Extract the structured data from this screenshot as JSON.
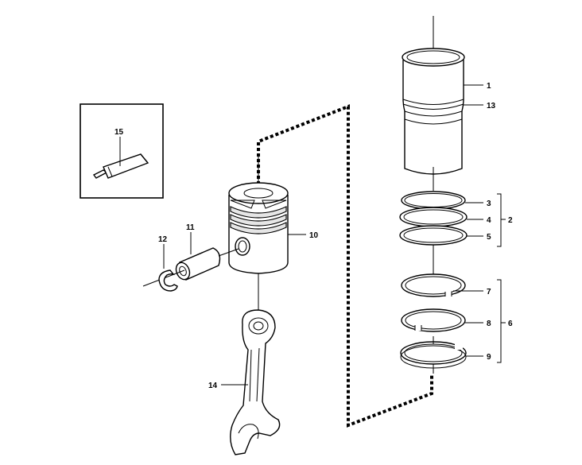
{
  "callouts": {
    "c1": "1",
    "c2": "2",
    "c3": "3",
    "c4": "4",
    "c5": "5",
    "c6": "6",
    "c7": "7",
    "c8": "8",
    "c9": "9",
    "c10": "10",
    "c11": "11",
    "c12": "12",
    "c13": "13",
    "c14": "14",
    "c15": "15"
  },
  "parts": [
    {
      "ref": "1",
      "icon": "cylinder-liner-icon"
    },
    {
      "ref": "2",
      "icon": "liner-seal-ring-set-icon"
    },
    {
      "ref": "3",
      "icon": "seal-ring-icon"
    },
    {
      "ref": "4",
      "icon": "seal-ring-icon"
    },
    {
      "ref": "5",
      "icon": "seal-ring-icon"
    },
    {
      "ref": "6",
      "icon": "piston-ring-set-icon"
    },
    {
      "ref": "7",
      "icon": "piston-ring-icon"
    },
    {
      "ref": "8",
      "icon": "piston-ring-icon"
    },
    {
      "ref": "9",
      "icon": "oil-ring-icon"
    },
    {
      "ref": "10",
      "icon": "piston-icon"
    },
    {
      "ref": "11",
      "icon": "piston-pin-icon"
    },
    {
      "ref": "12",
      "icon": "circlip-icon"
    },
    {
      "ref": "13",
      "icon": "liner-seal-icon"
    },
    {
      "ref": "14",
      "icon": "connecting-rod-icon"
    },
    {
      "ref": "15",
      "icon": "sealant-tube-icon"
    }
  ]
}
